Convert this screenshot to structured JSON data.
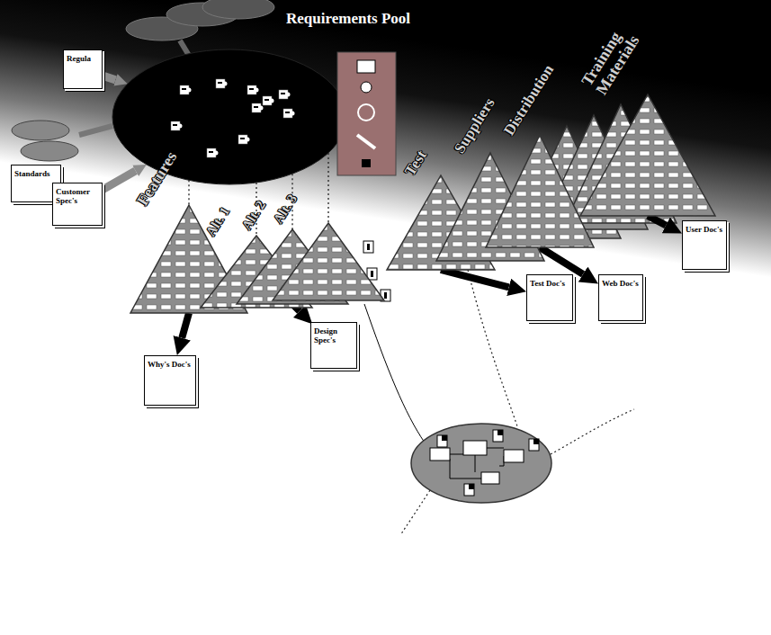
{
  "diagram": {
    "nodes": [
      {
        "text": [
          "Requirements Pool"
        ]
      },
      {
        "text": [
          "Regula"
        ]
      },
      {
        "text": [
          "Standards"
        ]
      },
      {
        "text": [
          "Customer Spec's"
        ]
      },
      {
        "text": [
          "Features"
        ]
      },
      {
        "text": [
          "Alt. 1"
        ]
      },
      {
        "text": [
          "Alt. 2"
        ]
      },
      {
        "text": [
          "Alt. 3"
        ]
      },
      {
        "text": [
          "Test"
        ]
      },
      {
        "text": [
          "Suppliers"
        ]
      },
      {
        "text": [
          "Distribution"
        ]
      },
      {
        "text": [
          "Training Materials"
        ]
      },
      {
        "text": [
          "Why's Doc's"
        ]
      },
      {
        "text": [
          "Design Spec's"
        ]
      },
      {
        "text": [
          "Test Doc's"
        ]
      },
      {
        "text": [
          "Web Doc's"
        ]
      },
      {
        "text": [
          "User Doc's"
        ]
      }
    ],
    "edges": [
      {
        "from": 1,
        "to": 0,
        "arrow": "to"
      },
      {
        "from": 3,
        "to": 0,
        "arrow": "to"
      },
      {
        "from": 0,
        "to": 4,
        "arrow": "none"
      },
      {
        "from": 0,
        "to": 5,
        "arrow": "none"
      },
      {
        "from": 0,
        "to": 6,
        "arrow": "none"
      },
      {
        "from": 0,
        "to": 7,
        "arrow": "none"
      },
      {
        "from": 4,
        "to": 12,
        "arrow": "to"
      },
      {
        "from": 6,
        "to": 13,
        "arrow": "to"
      },
      {
        "from": 8,
        "to": 14,
        "arrow": "to"
      },
      {
        "from": 10,
        "to": 15,
        "arrow": "to"
      },
      {
        "from": 11,
        "to": 16,
        "arrow": "to"
      }
    ]
  }
}
